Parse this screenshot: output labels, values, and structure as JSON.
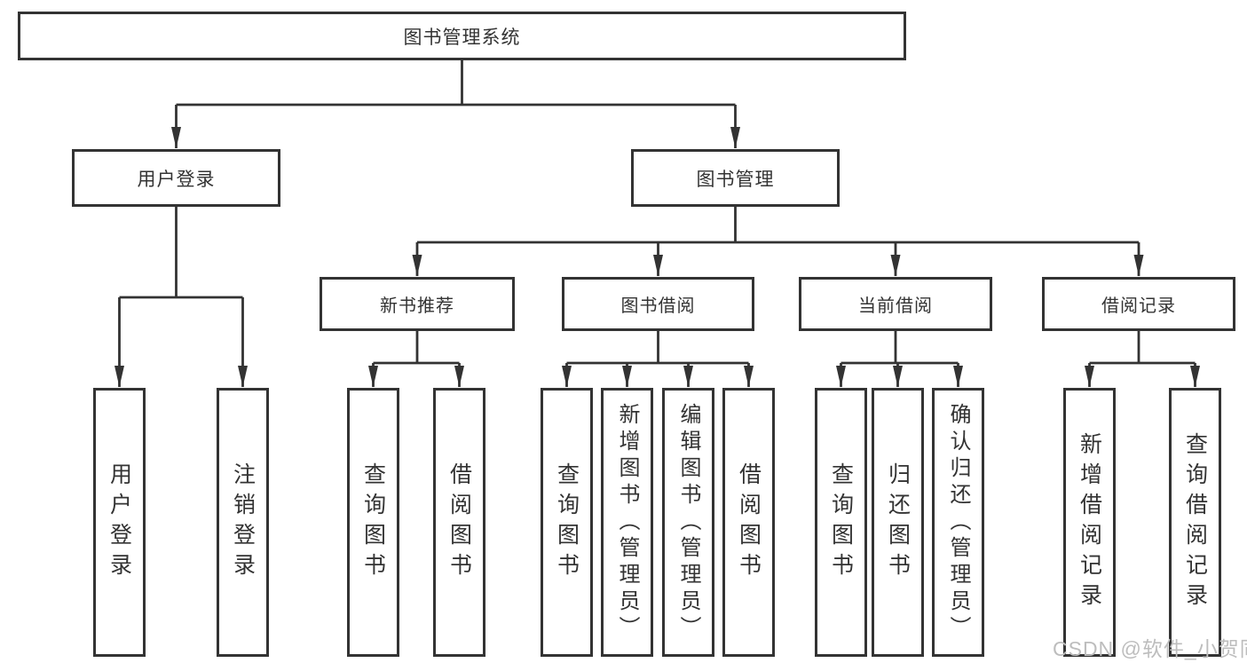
{
  "tree": {
    "root": {
      "label": "图书管理系统"
    },
    "level1": [
      {
        "label": "用户登录",
        "children": [
          {
            "label": "用户登录"
          },
          {
            "label": "注销登录"
          }
        ]
      },
      {
        "label": "图书管理",
        "children": [
          {
            "label": "新书推荐",
            "children": [
              {
                "label": "查询图书"
              },
              {
                "label": "借阅图书"
              }
            ]
          },
          {
            "label": "图书借阅",
            "children": [
              {
                "label": "查询图书"
              },
              {
                "label": "新增图书（管理员）"
              },
              {
                "label": "编辑图书（管理员）"
              },
              {
                "label": "借阅图书"
              }
            ]
          },
          {
            "label": "当前借阅",
            "children": [
              {
                "label": "查询图书"
              },
              {
                "label": "归还图书"
              },
              {
                "label": "确认归还（管理员）"
              }
            ]
          },
          {
            "label": "借阅记录",
            "children": [
              {
                "label": "新增借阅记录"
              },
              {
                "label": "查询借阅记录"
              }
            ]
          }
        ]
      }
    ]
  },
  "watermark": {
    "text": "CSDN @软件_小贺同学"
  },
  "colors": {
    "line": "#333333",
    "node_border": "#333333",
    "node_fill": "#ffffff",
    "text": "#333333",
    "watermark_text": "#bdbdbd",
    "background": "#ffffff"
  }
}
